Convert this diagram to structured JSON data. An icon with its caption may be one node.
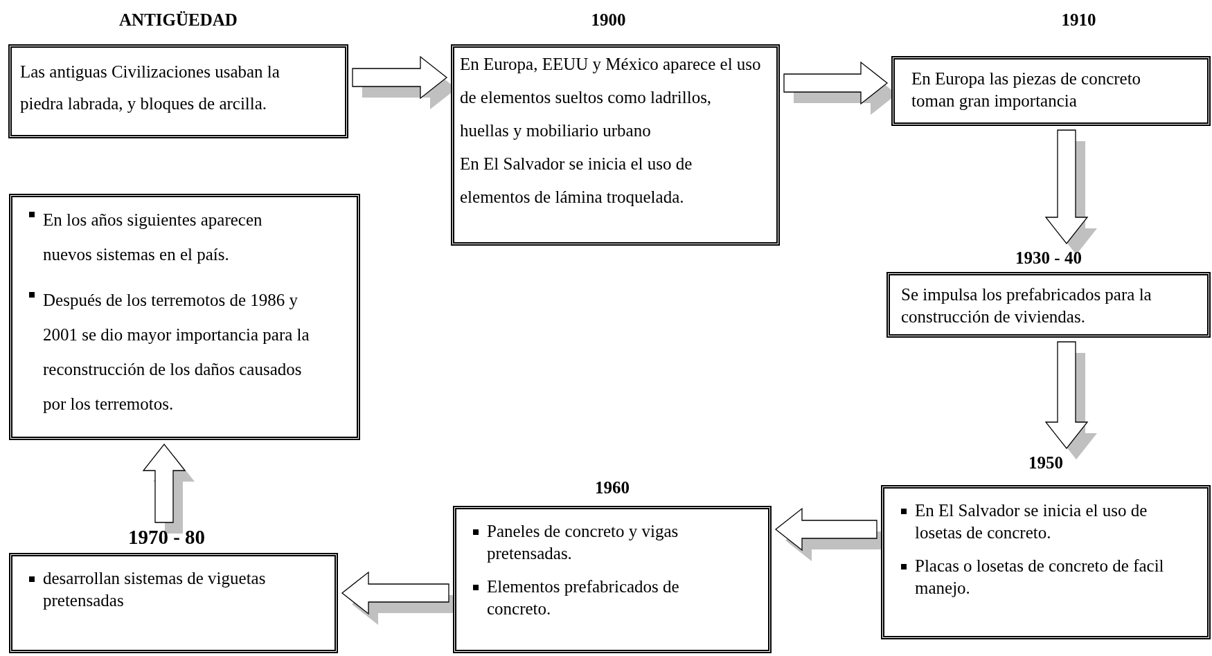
{
  "diagram": {
    "nodes": [
      {
        "text": [
          "ANTIGÜEDAD",
          "Las antiguas Civilizaciones usaban la piedra labrada, y bloques de arcilla."
        ]
      },
      {
        "text": [
          "1900",
          "En Europa, EEUU y México aparece el uso de elementos sueltos como ladrillos, huellas y mobiliario urbano",
          "En El Salvador se inicia el uso de elementos de lámina troquelada."
        ]
      },
      {
        "text": [
          "1910",
          "En Europa las piezas de concreto toman gran importancia"
        ]
      },
      {
        "text": [
          "1930 - 40",
          "Se impulsa los prefabricados para la construcción de viviendas."
        ]
      },
      {
        "text": [
          "1950",
          "En El Salvador se inicia el uso de losetas de concreto.",
          "Placas o losetas de concreto de facil manejo."
        ]
      },
      {
        "text": [
          "1960",
          "Paneles de concreto y vigas pretensadas.",
          "Elementos prefabricados de concreto."
        ]
      },
      {
        "text": [
          "1970 - 80",
          "desarrollan sistemas de viguetas pretensadas"
        ]
      },
      {
        "text": [
          "En los años siguientes aparecen nuevos sistemas en el país.",
          "Después de los terremotos de 1986 y 2001 se dio mayor importancia para la reconstrucción de los daños causados por los terremotos."
        ]
      }
    ],
    "edges": [
      {
        "from": 0,
        "to": 1,
        "arrow": "to"
      },
      {
        "from": 1,
        "to": 2,
        "arrow": "to"
      },
      {
        "from": 2,
        "to": 3,
        "arrow": "to"
      },
      {
        "from": 3,
        "to": 4,
        "arrow": "to"
      },
      {
        "from": 4,
        "to": 5,
        "arrow": "to"
      },
      {
        "from": 5,
        "to": 6,
        "arrow": "to"
      },
      {
        "from": 6,
        "to": 7,
        "arrow": "to"
      }
    ]
  }
}
